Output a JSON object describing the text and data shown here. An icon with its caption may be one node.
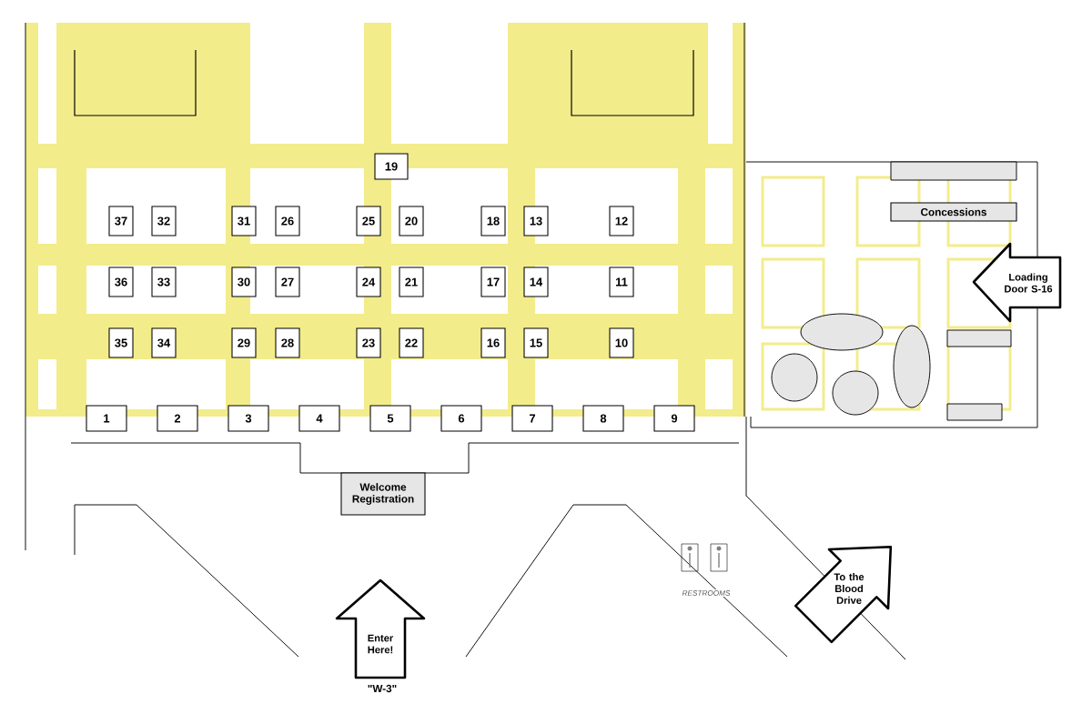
{
  "diagram": {
    "nodes": [
      {
        "text": [
          "19"
        ]
      },
      {
        "text": [
          "37"
        ]
      },
      {
        "text": [
          "32"
        ]
      },
      {
        "text": [
          "31"
        ]
      },
      {
        "text": [
          "26"
        ]
      },
      {
        "text": [
          "25"
        ]
      },
      {
        "text": [
          "20"
        ]
      },
      {
        "text": [
          "18"
        ]
      },
      {
        "text": [
          "13"
        ]
      },
      {
        "text": [
          "12"
        ]
      },
      {
        "text": [
          "36"
        ]
      },
      {
        "text": [
          "33"
        ]
      },
      {
        "text": [
          "30"
        ]
      },
      {
        "text": [
          "27"
        ]
      },
      {
        "text": [
          "24"
        ]
      },
      {
        "text": [
          "21"
        ]
      },
      {
        "text": [
          "17"
        ]
      },
      {
        "text": [
          "14"
        ]
      },
      {
        "text": [
          "11"
        ]
      },
      {
        "text": [
          "35"
        ]
      },
      {
        "text": [
          "34"
        ]
      },
      {
        "text": [
          "29"
        ]
      },
      {
        "text": [
          "28"
        ]
      },
      {
        "text": [
          "23"
        ]
      },
      {
        "text": [
          "22"
        ]
      },
      {
        "text": [
          "16"
        ]
      },
      {
        "text": [
          "15"
        ]
      },
      {
        "text": [
          "10"
        ]
      },
      {
        "text": [
          "1"
        ]
      },
      {
        "text": [
          "2"
        ]
      },
      {
        "text": [
          "3"
        ]
      },
      {
        "text": [
          "4"
        ]
      },
      {
        "text": [
          "5"
        ]
      },
      {
        "text": [
          "6"
        ]
      },
      {
        "text": [
          "7"
        ]
      },
      {
        "text": [
          "8"
        ]
      },
      {
        "text": [
          "9"
        ]
      },
      {
        "text": [],
        "shape": "box"
      },
      {
        "text": [
          "Concessions"
        ]
      },
      {
        "text": [
          "Loading Door S-16"
        ]
      },
      {
        "text": [],
        "shape": "circle"
      },
      {
        "text": [],
        "shape": "box"
      },
      {
        "text": [],
        "shape": "circle"
      },
      {
        "text": [],
        "shape": "circle"
      },
      {
        "text": [],
        "shape": "circle"
      },
      {
        "text": [],
        "shape": "box"
      },
      {
        "text": [
          "Welcome Registration"
        ]
      },
      {
        "text": [
          "To the Blood Drive"
        ]
      },
      {
        "text": [
          "Enter Here!"
        ],
        "beside": [
          "\"W-3\""
        ]
      }
    ],
    "labels": [
      "RESTROOMS"
    ]
  }
}
